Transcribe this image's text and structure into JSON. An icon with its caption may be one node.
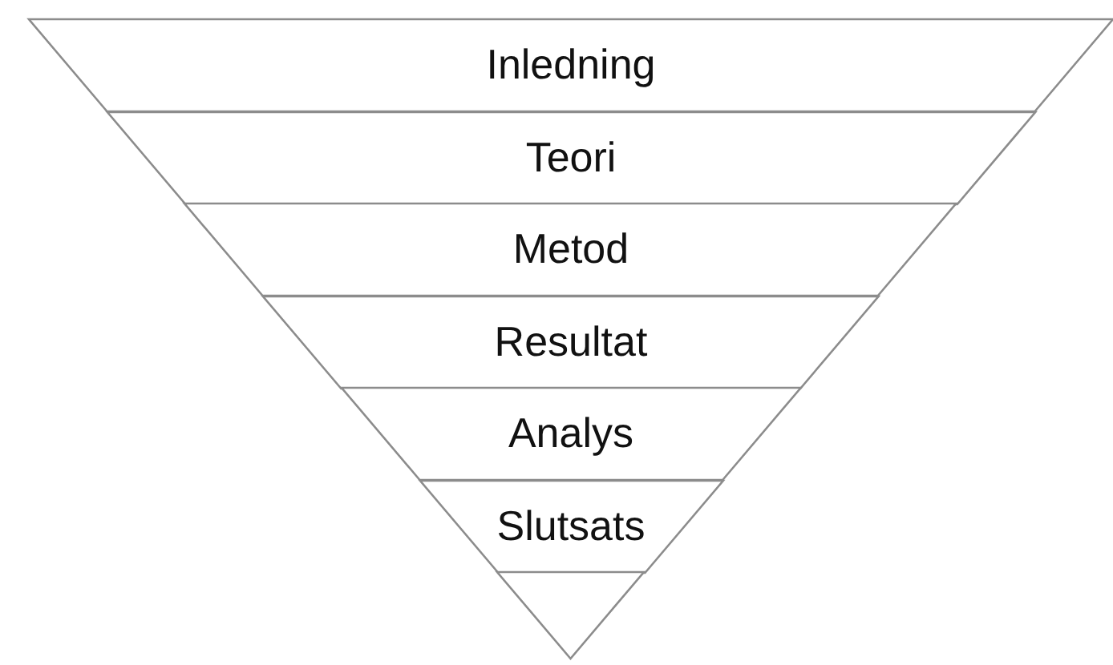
{
  "diagram": {
    "nodes": [
      {
        "text": [
          "Inledning"
        ]
      },
      {
        "text": [
          "Teori"
        ]
      },
      {
        "text": [
          "Metod"
        ]
      },
      {
        "text": [
          "Resultat"
        ]
      },
      {
        "text": [
          "Analys"
        ]
      },
      {
        "text": [
          "Slutsats"
        ]
      },
      {
        "text": [],
        "shape": "triangle"
      }
    ]
  }
}
